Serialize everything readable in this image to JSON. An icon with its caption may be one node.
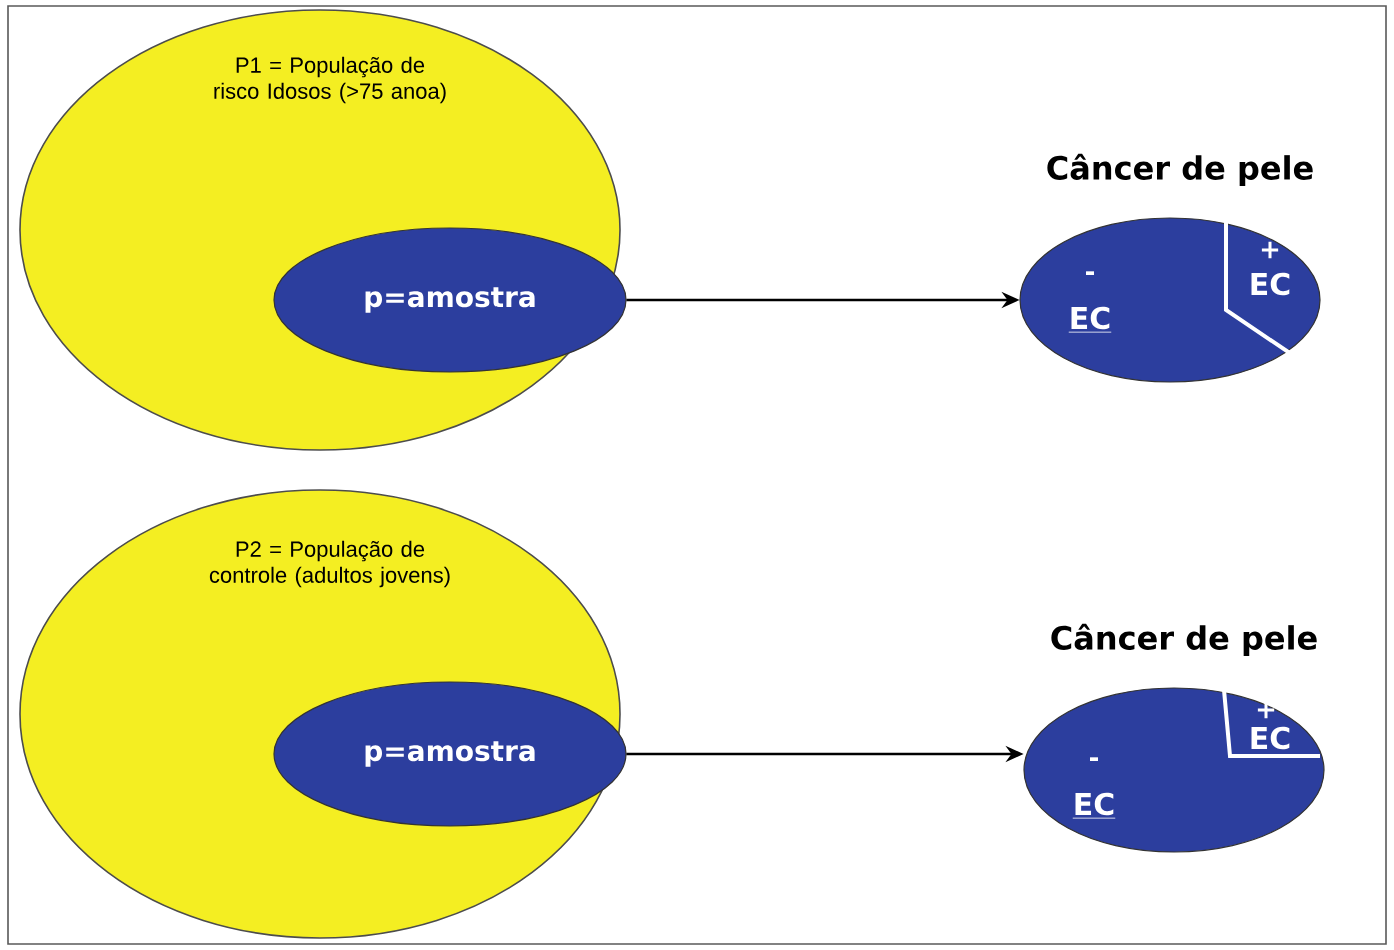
{
  "diagram": {
    "nodes": [
      {
        "text": [
          "P1 = População de risco Idosos (>75 anoa)"
        ]
      },
      {
        "text": [
          "p=amostra"
        ],
        "in": 0
      },
      {
        "text": [
          "Câncer de pele",
          "-",
          "EC",
          "+",
          "EC"
        ]
      },
      {
        "text": [
          "P2 = População de controle (adultos jovens)"
        ]
      },
      {
        "text": [
          "p=amostra"
        ],
        "in": 3
      },
      {
        "text": [
          "Câncer de pele",
          "-",
          "EC",
          "+",
          "EC"
        ]
      }
    ],
    "edges": [
      {
        "from": 1,
        "to": 2,
        "arrow": "to"
      },
      {
        "from": 4,
        "to": 5,
        "arrow": "to"
      }
    ]
  }
}
